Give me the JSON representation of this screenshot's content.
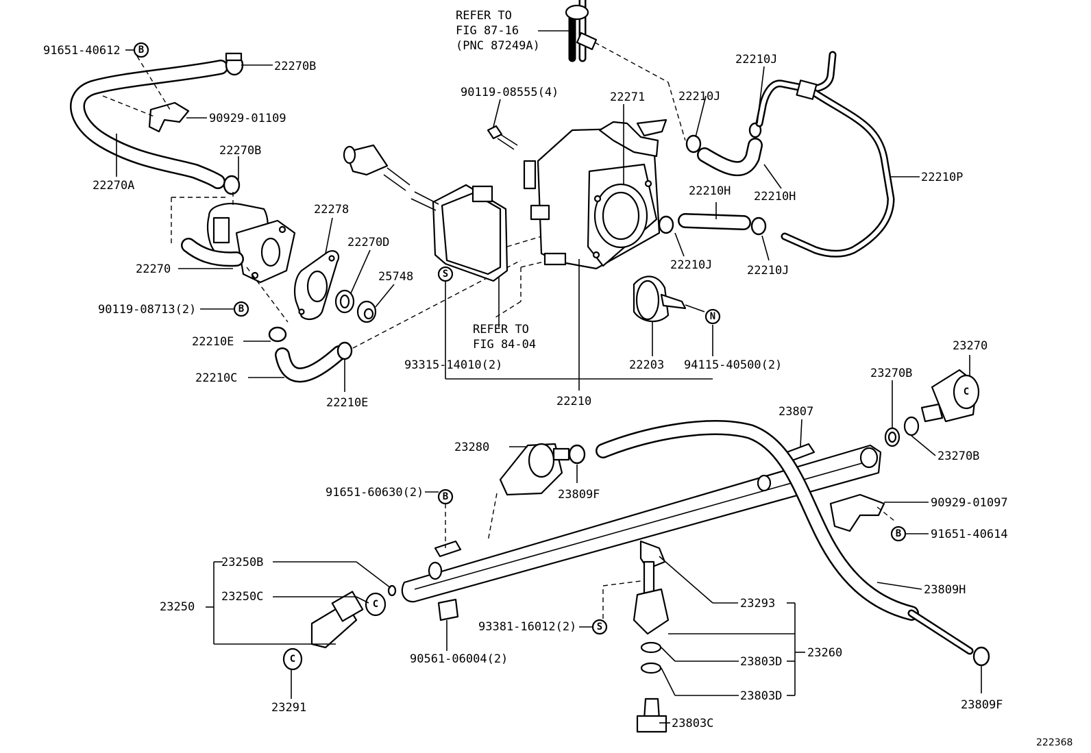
{
  "diagram_id": "222368",
  "refer_note_1": {
    "line1": "REFER TO",
    "line2": "FIG 87-16",
    "line3": "(PNC 87249A)"
  },
  "refer_note_2": {
    "line1": "REFER TO",
    "line2": "FIG 84-04"
  },
  "symbols": {
    "b": "B",
    "s": "S",
    "n": "N",
    "c": "C"
  },
  "labels": {
    "p91651_40612": "91651-40612",
    "p22270B_top": "22270B",
    "p90929_01109": "90929-01109",
    "p22270B_mid": "22270B",
    "p22270A": "22270A",
    "p22270": "22270",
    "p90119_08713": "90119-08713(2)",
    "p22210E_left": "22210E",
    "p22210C": "22210C",
    "p22210E_bottom": "22210E",
    "p22278": "22278",
    "p22270D": "22270D",
    "p25748": "25748",
    "p90119_08555": "90119-08555(4)",
    "p22271": "22271",
    "p93315_14010": "93315-14010(2)",
    "p22210": "22210",
    "p22203": "22203",
    "p94115_40500": "94115-40500(2)",
    "p22210J_1": "22210J",
    "p22210J_2": "22210J",
    "p22210H_1": "22210H",
    "p22210H_2": "22210H",
    "p22210P": "22210P",
    "p22210J_3": "22210J",
    "p22210J_4": "22210J",
    "p23270": "23270",
    "p23270B_1": "23270B",
    "p23270B_2": "23270B",
    "p23807": "23807",
    "p23280": "23280",
    "p23809F_1": "23809F",
    "p91651_60630": "91651-60630(2)",
    "p90929_01097": "90929-01097",
    "p91651_40614": "91651-40614",
    "p23250B": "23250B",
    "p23250C": "23250C",
    "p23250": "23250",
    "p23291": "23291",
    "p90561_06004": "90561-06004(2)",
    "p93381_16012": "93381-16012(2)",
    "p23293": "23293",
    "p23260": "23260",
    "p23803D_1": "23803D",
    "p23803D_2": "23803D",
    "p23803C": "23803C",
    "p23809H": "23809H",
    "p23809F_2": "23809F"
  }
}
